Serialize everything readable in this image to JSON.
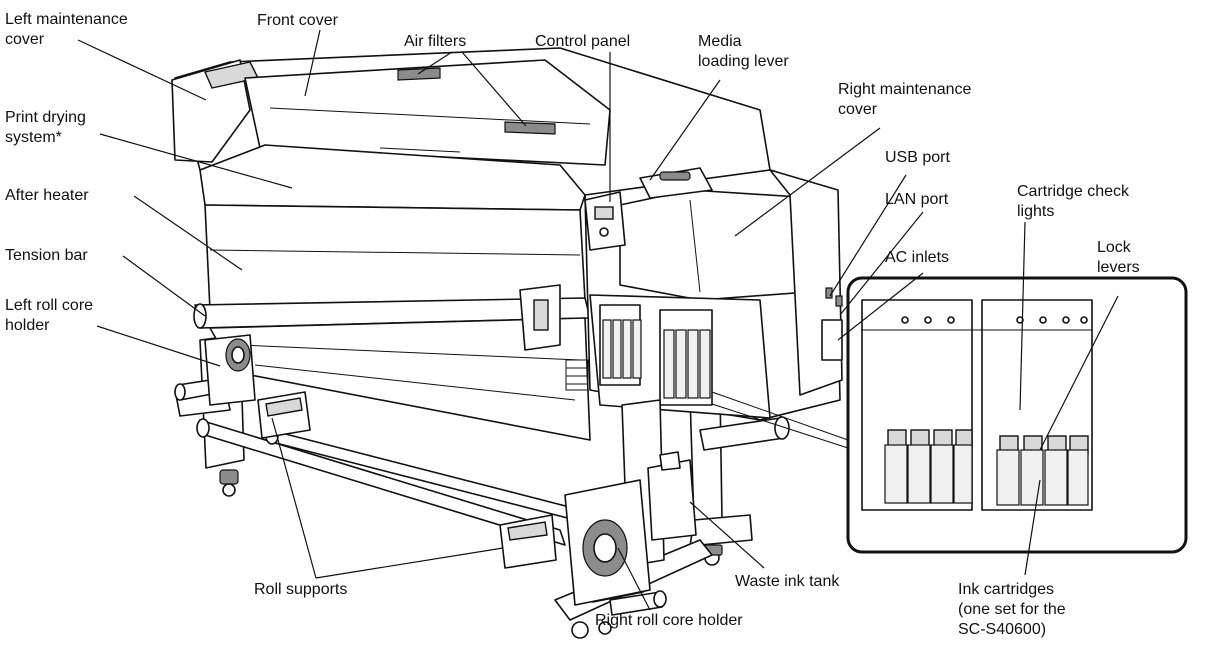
{
  "labels": {
    "left_maintenance_cover": "Left maintenance\ncover",
    "front_cover": "Front cover",
    "air_filters": "Air filters",
    "control_panel": "Control panel",
    "media_loading_lever": "Media\nloading lever",
    "right_maintenance_cover": "Right maintenance\ncover",
    "print_drying_system": "Print drying\nsystem*",
    "usb_port": "USB port",
    "cartridge_check_lights": "Cartridge check\nlights",
    "lan_port": "LAN port",
    "after_heater": "After heater",
    "lock_levers": "Lock\nlevers",
    "ac_inlets": "AC inlets",
    "tension_bar": "Tension bar",
    "left_roll_core_holder": "Left roll core\nholder",
    "roll_supports": "Roll supports",
    "waste_ink_tank": "Waste ink tank",
    "right_roll_core_holder": "Right roll core holder",
    "ink_cartridges": "Ink cartridges\n(one set for the\nSC-S40600)"
  }
}
